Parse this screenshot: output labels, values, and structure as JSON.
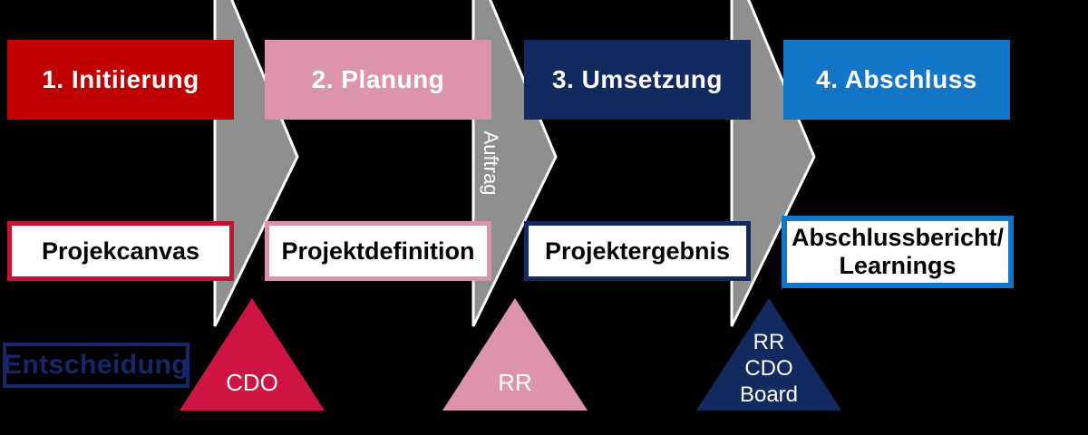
{
  "process": {
    "phases": [
      {
        "label": "1. Initiierung",
        "fill": "#C00000",
        "text_color": "#FFFFFF"
      },
      {
        "label": "2. Planung",
        "fill": "#DD93AE",
        "text_color": "#FFFFFF"
      },
      {
        "label": "3. Umsetzung",
        "fill": "#132A60",
        "text_color": "#FFFFFF"
      },
      {
        "label": "4. Abschluss",
        "fill": "#1375C6",
        "text_color": "#FFFFFF"
      }
    ],
    "connector_label": "Auftrag",
    "connector_color": "#8F8F8F",
    "connector_outline": "#FFFFFF"
  },
  "deliverables": [
    {
      "lines": [
        "Projekcanvas"
      ],
      "border": "#C51334"
    },
    {
      "lines": [
        "Projektdefinition"
      ],
      "border": "#DD93AE"
    },
    {
      "lines": [
        "Projektergebnis"
      ],
      "border": "#132A60"
    },
    {
      "lines": [
        "Abschlussbericht/",
        "Learnings"
      ],
      "border": "#1375C6"
    }
  ],
  "decision": {
    "label": "Entscheidung",
    "color": "#15286B"
  },
  "milestones": [
    {
      "lines": [
        "CDO"
      ],
      "fill": "#CE1443"
    },
    {
      "lines": [
        "RR"
      ],
      "fill": "#DD93AE"
    },
    {
      "lines": [
        "RR",
        "CDO",
        "Board"
      ],
      "fill": "#132A60"
    }
  ]
}
